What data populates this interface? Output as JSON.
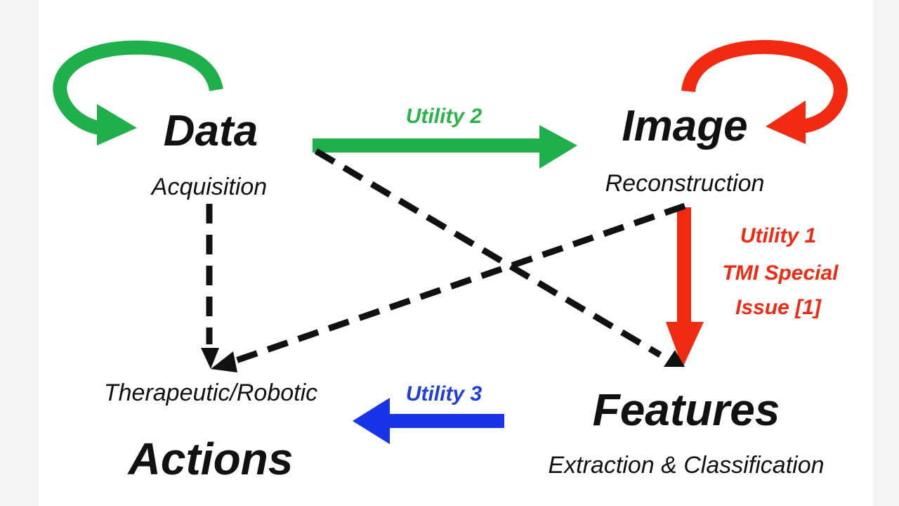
{
  "nodes": {
    "data": {
      "title": "Data",
      "subtitle": "Acquisition"
    },
    "image": {
      "title": "Image",
      "subtitle": "Reconstruction"
    },
    "features": {
      "title": "Features",
      "subtitle": "Extraction & Classification"
    },
    "actions": {
      "title": "Actions",
      "subtitle": "Therapeutic/Robotic"
    }
  },
  "utilities": {
    "utility1": {
      "lines": [
        "Utility 1",
        "TMI Special",
        "Issue [1]"
      ],
      "color": "#ef2b14"
    },
    "utility2": {
      "label": "Utility 2",
      "color": "#2bb24c"
    },
    "utility3": {
      "label": "Utility 3",
      "color": "#1f3fd6"
    }
  },
  "colors": {
    "green_loop": "#20b04b",
    "red_loop": "#f02b12",
    "dashed": "#111111",
    "background": "#ffffff"
  }
}
